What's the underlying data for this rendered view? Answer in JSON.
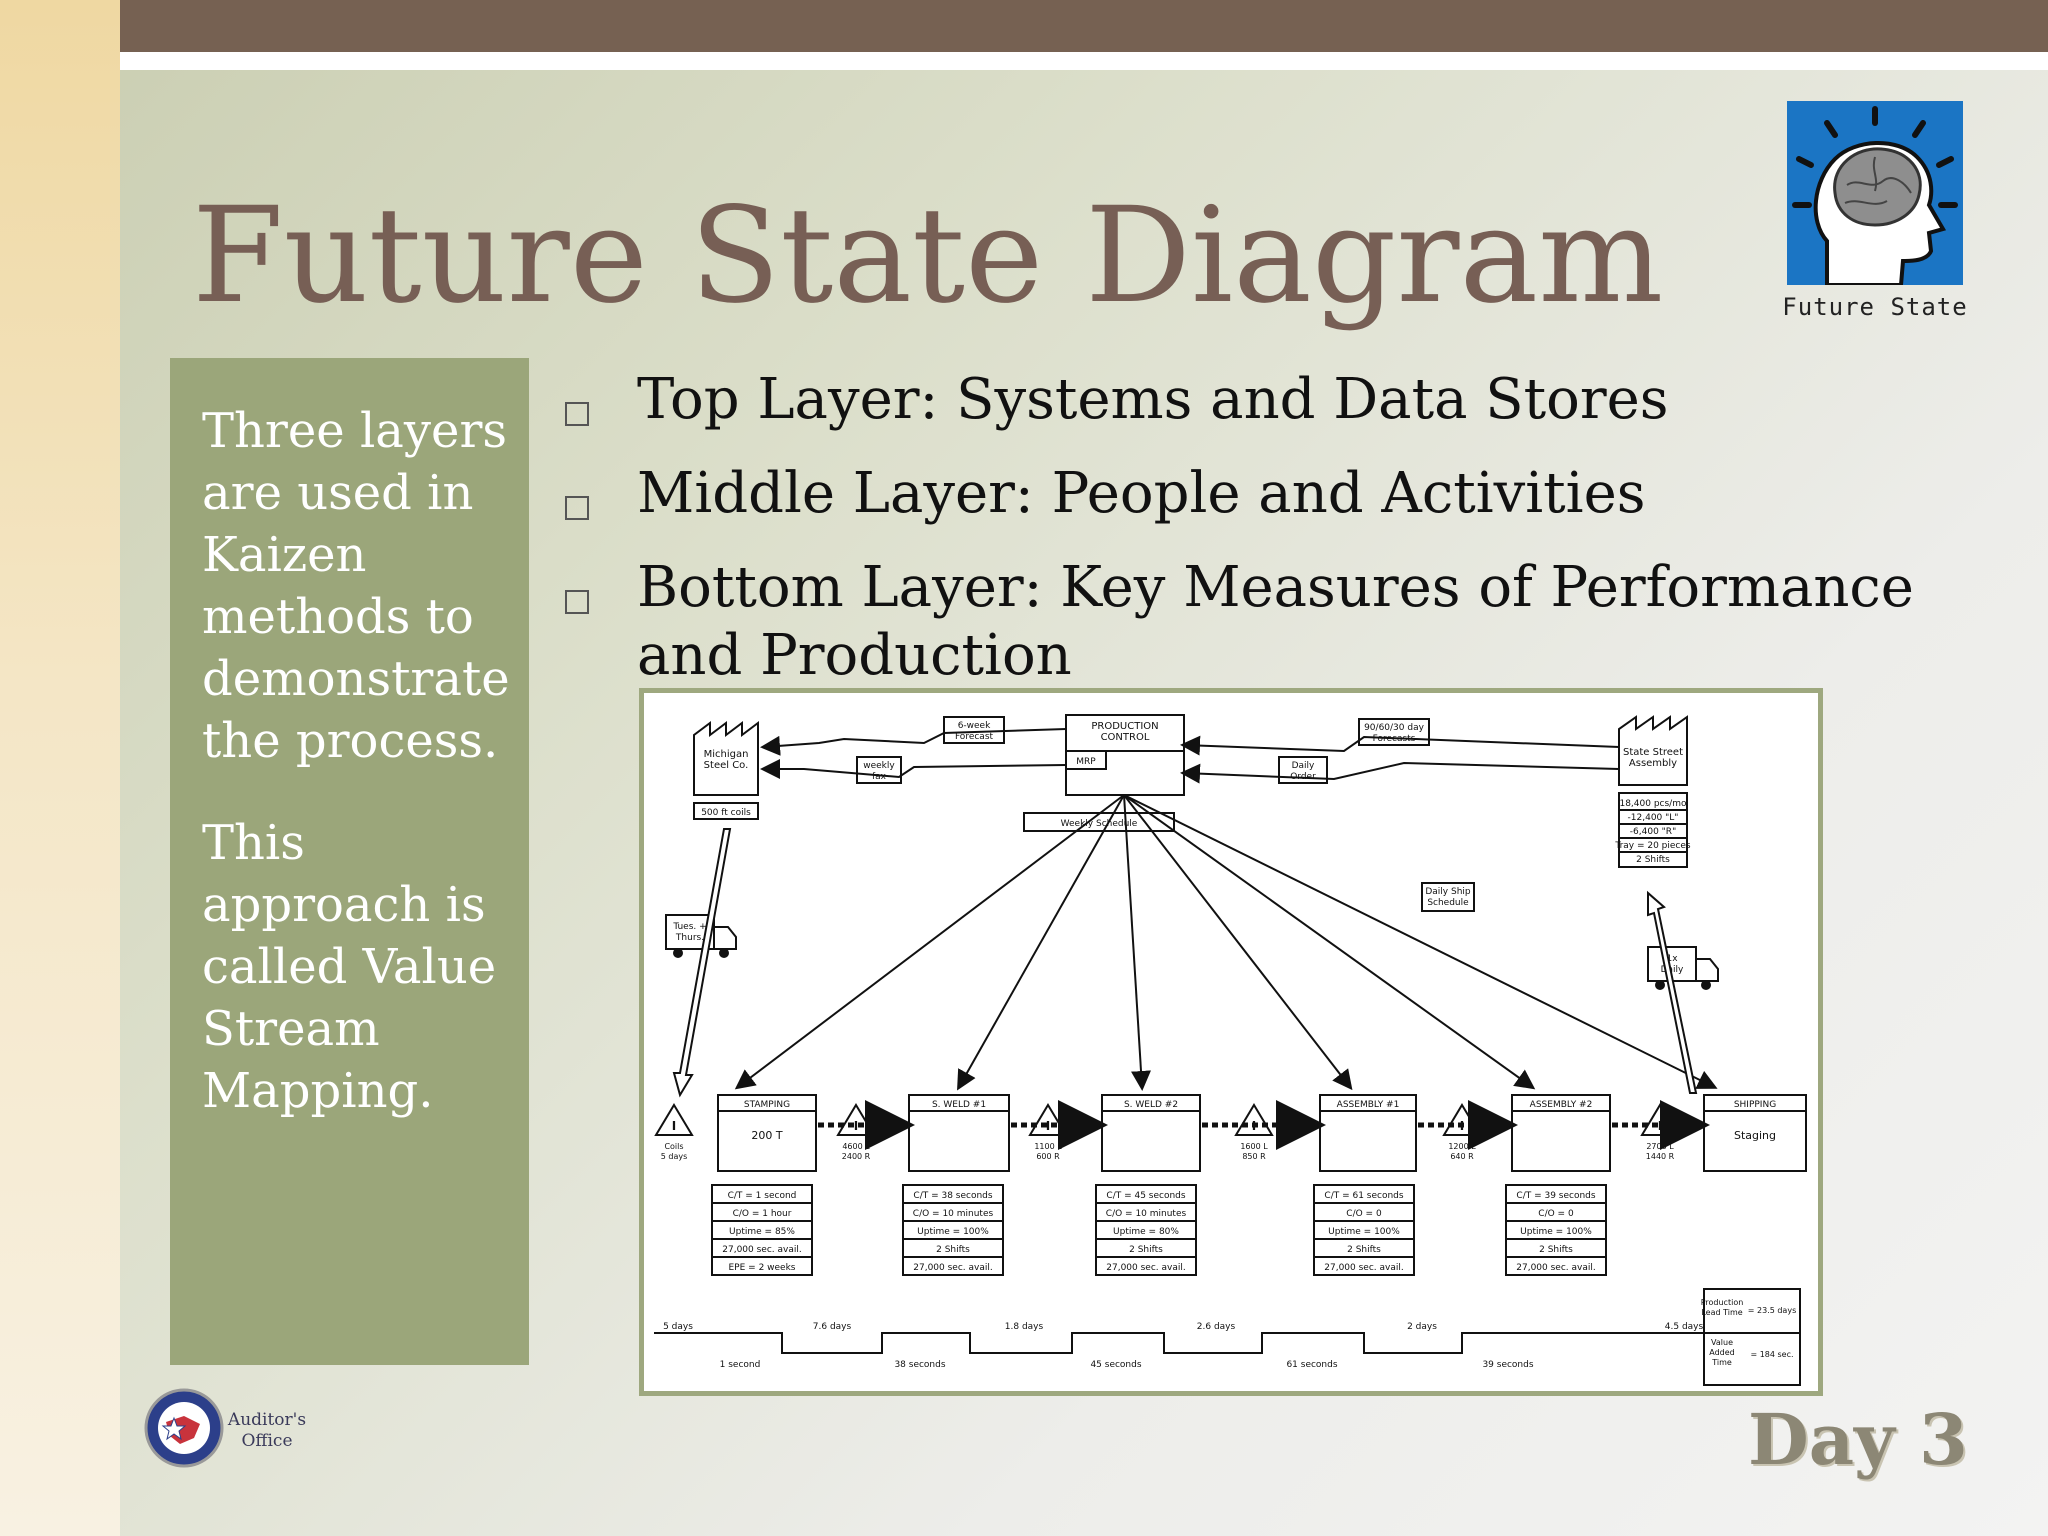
{
  "slide": {
    "title": "Future State Diagram",
    "icon_caption": "Future State",
    "day_label": "Day 3",
    "colors": {
      "top_bar": "#766152",
      "side_box": "#9ba67a",
      "title": "#775f55",
      "icon_bg": "#1b75c4"
    }
  },
  "sidebar": {
    "paragraph1": "Three layers are used in Kaizen methods to demonstrate the process.",
    "paragraph2": "This approach is called Value Stream Mapping."
  },
  "bullets": [
    "Top Layer:  Systems and Data Stores",
    "Middle Layer:  People and Activities",
    "Bottom Layer:  Key Measures of Performance and Production"
  ],
  "logo": {
    "text_line1": "Auditor's",
    "text_line2": "Office"
  },
  "vsm": {
    "supplier": [
      "Michigan",
      "Steel Co."
    ],
    "supplier_note": "500 ft coils",
    "customer": [
      "State Street",
      "Assembly"
    ],
    "customer_data": [
      "18,400 pcs/mo",
      "-12,400 \"L\"",
      "-6,400 \"R\"",
      "Tray = 20 pieces",
      "2 Shifts"
    ],
    "production_control": [
      "PRODUCTION",
      "CONTROL"
    ],
    "mrp": "MRP",
    "weekly_schedule": "Weekly Schedule",
    "forecast_supplier": [
      "6-week",
      "Forecast"
    ],
    "weekly_fax": [
      "weekly",
      "fax"
    ],
    "forecast_customer": [
      "90/60/30 day",
      "Forecasts"
    ],
    "daily_order": [
      "Daily",
      "Order"
    ],
    "daily_ship": [
      "Daily Ship",
      "Schedule"
    ],
    "truck_in": [
      "Tues. +",
      "Thurs."
    ],
    "truck_out": [
      "1x",
      "Daily"
    ],
    "processes": [
      {
        "name": "STAMPING",
        "inner": "200 T",
        "data": [
          "C/T = 1 second",
          "C/O = 1 hour",
          "Uptime = 85%",
          "27,000 sec. avail.",
          "EPE = 2 weeks"
        ]
      },
      {
        "name": "S. WELD #1",
        "inner": "",
        "data": [
          "C/T = 38 seconds",
          "C/O = 10 minutes",
          "Uptime = 100%",
          "2 Shifts",
          "27,000 sec. avail."
        ]
      },
      {
        "name": "S. WELD #2",
        "inner": "",
        "data": [
          "C/T = 45 seconds",
          "C/O = 10 minutes",
          "Uptime = 80%",
          "2 Shifts",
          "27,000 sec. avail."
        ]
      },
      {
        "name": "ASSEMBLY #1",
        "inner": "",
        "data": [
          "C/T = 61 seconds",
          "C/O = 0",
          "Uptime = 100%",
          "2 Shifts",
          "27,000 sec. avail."
        ]
      },
      {
        "name": "ASSEMBLY #2",
        "inner": "",
        "data": [
          "C/T = 39 seconds",
          "C/O = 0",
          "Uptime = 100%",
          "2 Shifts",
          "27,000 sec. avail."
        ]
      },
      {
        "name": "SHIPPING",
        "inner": "Staging",
        "data": []
      }
    ],
    "inventory": [
      [
        "Coils",
        "5 days"
      ],
      [
        "4600 L",
        "2400 R"
      ],
      [
        "1100 L",
        "600 R"
      ],
      [
        "1600 L",
        "850 R"
      ],
      [
        "1200 L",
        "640 R"
      ],
      [
        "2700 L",
        "1440 R"
      ]
    ],
    "timeline_days": [
      "5 days",
      "7.6 days",
      "1.8 days",
      "2.6 days",
      "2 days",
      "4.5 days"
    ],
    "timeline_times": [
      "1 second",
      "38 seconds",
      "45 seconds",
      "61 seconds",
      "39 seconds"
    ],
    "lead_time_label": [
      "Production",
      "Lead Time"
    ],
    "lead_time_value": "= 23.5 days",
    "value_added_label": [
      "Value",
      "Added",
      "Time"
    ],
    "value_added_value": "= 184 sec."
  }
}
